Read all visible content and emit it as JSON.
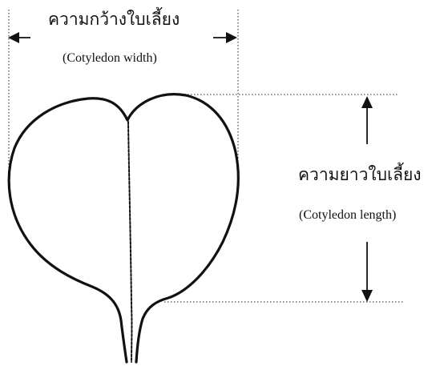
{
  "width_label": {
    "thai": "ความกว้างใบเลี้ยง",
    "english": "(Cotyledon width)"
  },
  "length_label": {
    "thai": "ความยาวใบเลี้ยง",
    "english": "(Cotyledon length)"
  },
  "colors": {
    "ink": "#111111",
    "background": "#ffffff"
  },
  "icons": [
    "arrow-left-icon",
    "arrow-right-icon",
    "arrow-up-icon",
    "arrow-down-icon",
    "cotyledon-leaf-icon"
  ]
}
